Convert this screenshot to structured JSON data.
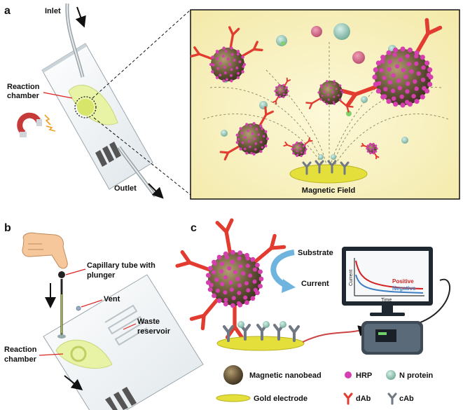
{
  "panel_a": {
    "letter": "a",
    "inlet": "Inlet",
    "outlet": "Outlet",
    "reaction_chamber_line1": "Reaction",
    "reaction_chamber_line2": "chamber",
    "inset_label": "Magnetic Field"
  },
  "panel_b": {
    "letter": "b",
    "capillary_line1": "Capillary tube with",
    "capillary_line2": "plunger",
    "vent": "Vent",
    "waste_line1": "Waste",
    "waste_line2": "reservoir",
    "reaction_chamber_line1": "Reaction",
    "reaction_chamber_line2": "chamber"
  },
  "panel_c": {
    "letter": "c",
    "substrate": "Substrate",
    "current": "Current",
    "graph_positive": "Positive",
    "graph_negative": "Negative",
    "graph_xaxis": "Time",
    "graph_yaxis": "Current"
  },
  "legend": {
    "magnetic_nanobead": "Magnetic nanobead",
    "hrp": "HRP",
    "n_protein": "N protein",
    "gold_electrode": "Gold electrode",
    "dab": "dAb",
    "cab": "cAb"
  },
  "colors": {
    "inset_bg": "#fcf6cf",
    "nanobead": "#6b5a3c",
    "hrp": "#d63fb0",
    "dab": "#e23b2f",
    "cab": "#6f7883",
    "n_protein": "#8fc9b8",
    "gold": "#e4df3a",
    "positive": "#d42222",
    "negative": "#3c7fc2"
  }
}
